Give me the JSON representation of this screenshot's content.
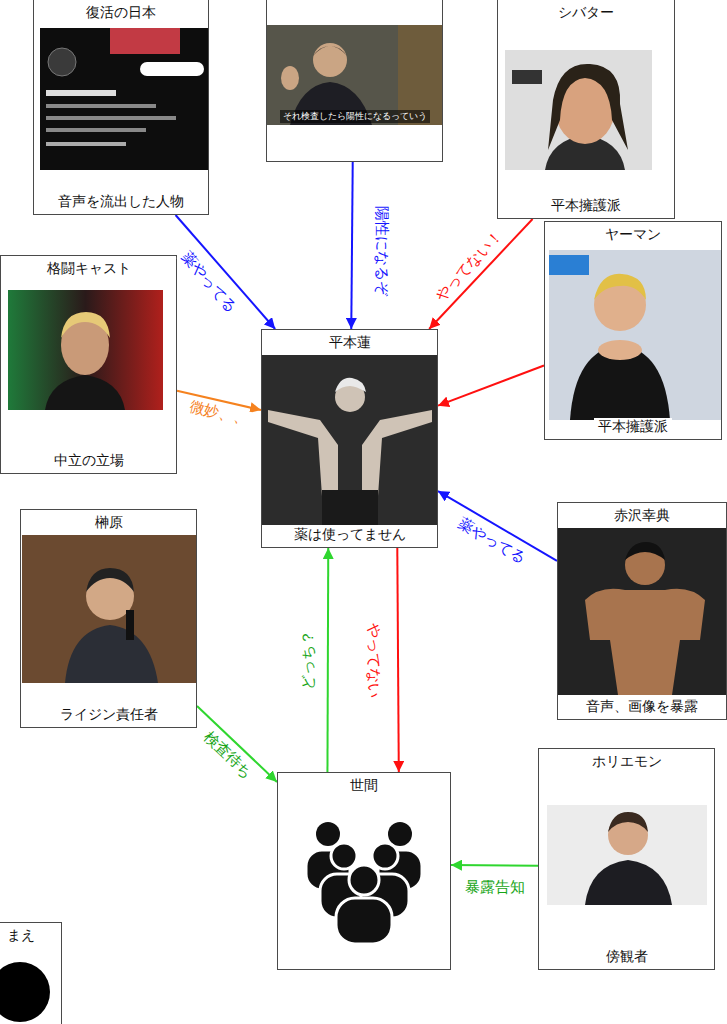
{
  "diagram": {
    "nodes": [
      {
        "text": [
          "復活の日本",
          "音声を流出した人物"
        ]
      },
      {
        "text": [
          "それ検査したら陽性になるっていう"
        ]
      },
      {
        "text": [
          "シバター",
          "平本擁護派"
        ]
      },
      {
        "text": [
          "ヤーマン",
          "平本擁護派"
        ]
      },
      {
        "text": [
          "格闘キャスト",
          "中立の立場"
        ]
      },
      {
        "text": [
          "平本蓮",
          "薬は使ってません"
        ]
      },
      {
        "text": [
          "榊原",
          "ライジン責任者"
        ]
      },
      {
        "text": [
          "赤沢幸典",
          "音声、画像を暴露"
        ]
      },
      {
        "text": [
          "世間"
        ]
      },
      {
        "text": [
          "ホリエモン",
          "傍観者"
        ]
      },
      {
        "text": [
          "まえ"
        ]
      }
    ],
    "edges": [
      {
        "from": 0,
        "to": 5,
        "arrow": "to",
        "label": "薬やってる"
      },
      {
        "from": 1,
        "to": 5,
        "arrow": "to",
        "label": "陽性になるぞ"
      },
      {
        "from": 2,
        "to": 5,
        "arrow": "to",
        "label": "やってない！"
      },
      {
        "from": 3,
        "to": 5,
        "arrow": "to"
      },
      {
        "from": 4,
        "to": 5,
        "arrow": "to",
        "label": "微妙、、"
      },
      {
        "from": 7,
        "to": 5,
        "arrow": "to",
        "label": "薬やってる"
      },
      {
        "from": 5,
        "to": 8,
        "arrow": "to",
        "label": "やってない"
      },
      {
        "from": 8,
        "to": 5,
        "arrow": "to",
        "label": "どっち？"
      },
      {
        "from": 6,
        "to": 8,
        "arrow": "to",
        "label": "検査待ち"
      },
      {
        "from": 9,
        "to": 8,
        "arrow": "to",
        "label": "暴露告知"
      }
    ]
  }
}
